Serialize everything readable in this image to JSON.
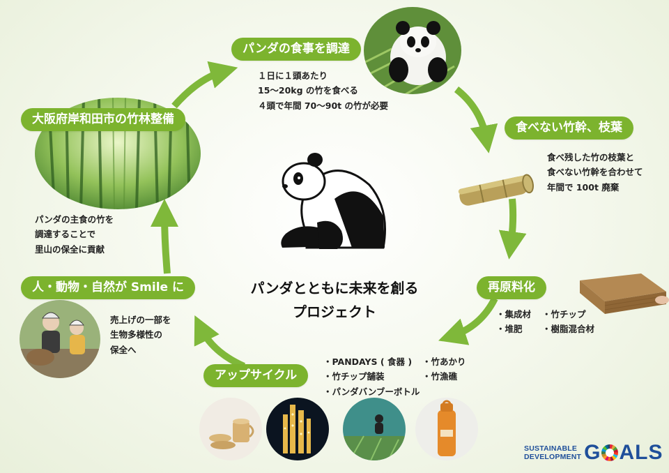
{
  "center": {
    "title_line1": "パンダとともに未来を創る",
    "title_line2": "プロジェクト"
  },
  "steps": {
    "procure": {
      "label": "パンダの食事を調達",
      "lines": [
        "１日に１頭あたり",
        "15〜20kg の竹を食べる",
        "４頭で年間 70〜90t の竹が必要"
      ]
    },
    "waste": {
      "label": "食べない竹幹、枝葉",
      "lines": [
        "食べ残した竹の枝葉と",
        "食べない竹幹を合わせて",
        "年間で 100t 廃棄"
      ]
    },
    "recycle": {
      "label": "再原料化",
      "items": [
        "・集成材",
        "・竹チップ",
        "・堆肥",
        "・樹脂混合材"
      ]
    },
    "upcycle": {
      "label": "アップサイクル",
      "items": [
        "・PANDAYS ( 食器 )",
        "・竹あかり",
        "・竹チップ舗装",
        "・竹漁礁",
        "・パンダバンブーボトル"
      ]
    },
    "smile": {
      "label": "人・動物・自然が Smile に",
      "lines": [
        "売上げの一部を",
        "生物多様性の",
        "保全へ"
      ]
    },
    "forest": {
      "label": "大阪府岸和田市の竹林整備",
      "lines": [
        "パンダの主食の竹を",
        "調達することで",
        "里山の保全に貢献"
      ]
    }
  },
  "sdgs": {
    "line1": "SUSTAINABLE",
    "line2": "DEVELOPMENT",
    "goals_g": "G",
    "goals_rest": "ALS"
  },
  "colors": {
    "accent": "#7cb32e",
    "arrow": "#7fb83a",
    "sdg_blue": "#1f4f9a"
  }
}
